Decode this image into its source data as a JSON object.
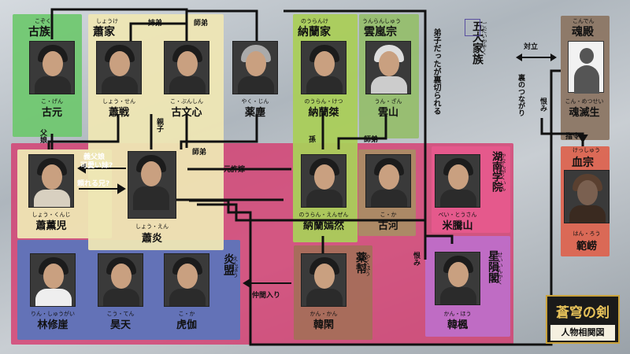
{
  "groups": {
    "koshu": {
      "title": "古族",
      "ruby": "こぞく"
    },
    "shoke": {
      "title": "蕭家",
      "ruby": "しょうけ"
    },
    "noranke": {
      "title": "納蘭家",
      "ruby": "のうらんけ"
    },
    "unransou": {
      "title": "雲嵐宗",
      "ruby": "うんらんしゅう"
    },
    "godai": {
      "title": "五大家族",
      "ruby": "ごだいかぞく"
    },
    "konden": {
      "title": "魂殿",
      "ruby": "こんでん"
    },
    "keppu": {
      "title": "血宗",
      "ruby": "けっしゅう"
    },
    "enpou": {
      "title": "炎盟",
      "ruby": "えんぽう"
    },
    "yakuhou": {
      "title": "薬幇",
      "ruby": "やくほう"
    },
    "seikaku": {
      "title": "星隕閣",
      "ruby": "せいいんかく"
    },
    "konan": {
      "title": "湖南学院",
      "ruby": "かなんがくいん"
    }
  },
  "people": {
    "kogen": {
      "name": "古元",
      "ruby": "こ・げん"
    },
    "shousen": {
      "name": "蕭戦",
      "ruby": "しょう・せん"
    },
    "kobunshin": {
      "name": "古文心",
      "ruby": "こ・ぶんしん"
    },
    "yakujin": {
      "name": "薬塵",
      "ruby": "やく・じん"
    },
    "noranketsu": {
      "name": "納蘭桀",
      "ruby": "のうらん・けつ"
    },
    "unzan": {
      "name": "雲山",
      "ruby": "うん・ざん"
    },
    "konmetsusei": {
      "name": "魂滅生",
      "ruby": "こん・めつせい"
    },
    "shoukunji": {
      "name": "蕭薫児",
      "ruby": "しょう・くんじ"
    },
    "shouen": {
      "name": "蕭炎",
      "ruby": "しょう・えん"
    },
    "noranenzen": {
      "name": "納蘭嫣然",
      "ruby": "のうらん・えんぜん"
    },
    "koka": {
      "name": "古河",
      "ruby": "こ・か"
    },
    "beitouzan": {
      "name": "米騰山",
      "ruby": "べい・とうさん"
    },
    "hanrou": {
      "name": "範崂",
      "ruby": "はん・ろう"
    },
    "rinshuugai": {
      "name": "林修崖",
      "ruby": "りん・しゅうがい"
    },
    "kouten": {
      "name": "昊天",
      "ruby": "こう・てん"
    },
    "koka2": {
      "name": "虎伽",
      "ruby": "こ・か"
    },
    "kankan": {
      "name": "韓閑",
      "ruby": "かん・かん"
    },
    "kanpou": {
      "name": "韓楓",
      "ruby": "かん・ほう"
    }
  },
  "labels": {
    "anetei": "姉弟",
    "shitei1": "師弟",
    "shitei2": "師弟",
    "shitei3": "師弟",
    "fujou": "父娘",
    "oyako": "親子",
    "gifujou": "義父娘",
    "kawaii": "可愛い妹?",
    "tayoreru": "頼れる兄?",
    "moto": "元許嫁",
    "mago": "孫",
    "deshi": "弟子だったが裏切られる",
    "urami1": "恨み",
    "urami2": "恨み",
    "taiji": "対立",
    "ura": "裏のつながり",
    "shirei": "指令",
    "nakama": "仲間入り"
  },
  "title": {
    "main": "蒼穹の剣",
    "sub": "人物相関図"
  }
}
